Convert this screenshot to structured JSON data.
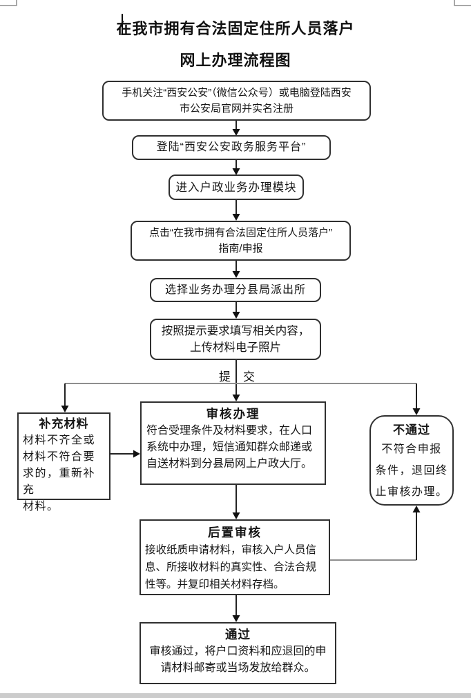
{
  "page": {
    "title_line1": "在我市拥有合法固定住所人员落户",
    "title_line2": "网上办理流程图"
  },
  "flow": {
    "submit_label_left": "提",
    "submit_label_right": "交",
    "steps": {
      "register": {
        "lines": [
          "手机关注“西安公安”（微信公众号）或电脑登陆西安",
          "市公安局官网并实名注册"
        ]
      },
      "login": {
        "text": "登陆“西安公安政务服务平台”"
      },
      "module": {
        "text": "进入户政业务办理模块"
      },
      "click_guide": {
        "lines": [
          "点击“在我市拥有合法固定住所人员落户”",
          "指南/申报"
        ]
      },
      "select_station": {
        "text": "选择业务办理分县局派出所"
      },
      "fill_upload": {
        "lines": [
          "按照提示要求填写相关内容，",
          "上传材料电子照片"
        ]
      },
      "supplement": {
        "title": "补充材料",
        "lines": [
          "材料不齐全或",
          "材料不符合要",
          "求的，重新补充",
          "材料。"
        ]
      },
      "review": {
        "title": "审核办理",
        "lines": [
          "符合受理条件及材料要求，在人口",
          "系统中办理，短信通知群众邮递或",
          "自送材料到分县局网上户政大厅。"
        ]
      },
      "reject": {
        "title": "不通过",
        "lines": [
          "不符合申报",
          "条件，退回终",
          "止审核办理。"
        ]
      },
      "post_review": {
        "title": "后置审核",
        "lines": [
          "接收纸质申请材料，审核入户人员信",
          "息、所接收材料的真实性、合法合规",
          "性等。并复印相关材料存档。"
        ]
      },
      "pass": {
        "title": "通过",
        "lines": [
          "审核通过，将户口资料和应退回的申",
          "请材料邮寄或当场发放给群众。"
        ]
      }
    }
  },
  "colors": {
    "connector_line": "#222222",
    "branch_line": "#8e8e8e",
    "box_border": "#2f2f2f",
    "boundary_mark": "#a8a8a8",
    "bottom_band": "#cccccc"
  }
}
